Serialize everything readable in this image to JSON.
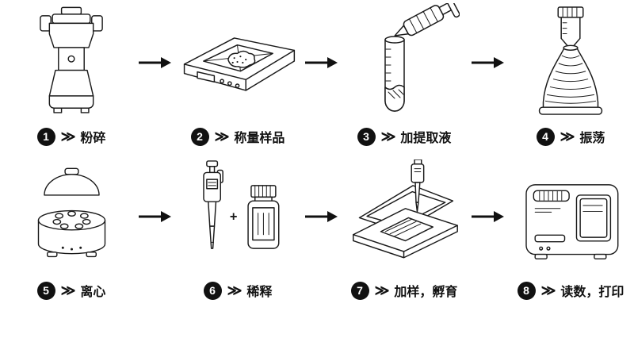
{
  "steps": [
    {
      "num": "1",
      "label": "粉碎"
    },
    {
      "num": "2",
      "label": "称量样品"
    },
    {
      "num": "3",
      "label": "加提取液"
    },
    {
      "num": "4",
      "label": "振荡"
    },
    {
      "num": "5",
      "label": "离心"
    },
    {
      "num": "6",
      "label": "稀释"
    },
    {
      "num": "7",
      "label": "加样，孵育"
    },
    {
      "num": "8",
      "label": "读数，打印"
    }
  ],
  "chevron": "≫",
  "plus": "+",
  "colors": {
    "ink": "#1a1a1a",
    "text": "#111111",
    "background": "#ffffff"
  }
}
